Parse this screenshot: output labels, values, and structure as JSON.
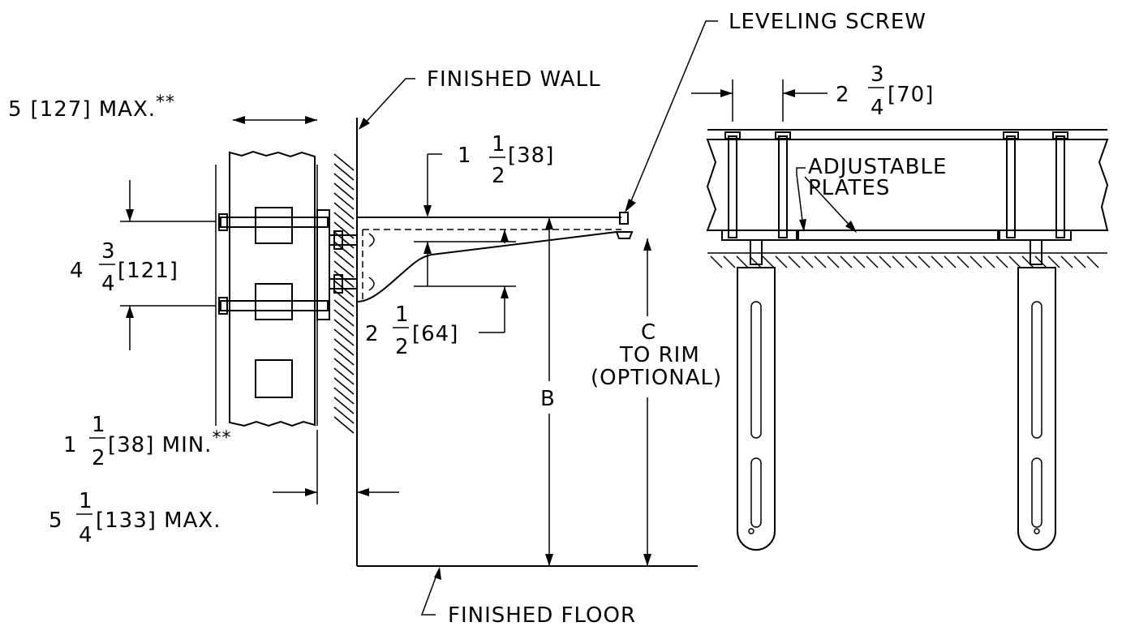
{
  "labels": {
    "leveling_screw": "LEVELING SCREW",
    "finished_wall": "FINISHED WALL",
    "finished_floor": "FINISHED FLOOR",
    "adjustable_line1": "ADJUSTABLE",
    "adjustable_line2": "PLATES",
    "b": "B",
    "c_line1": "C",
    "c_line2": "TO RIM",
    "c_line3": "(OPTIONAL)"
  },
  "dimensions": {
    "d1": {
      "whole": "5",
      "rest": "[127] MAX.",
      "suffix": "**"
    },
    "d2": {
      "whole": "4",
      "num": "3",
      "den": "4",
      "rest": "[121]"
    },
    "d3": {
      "whole": "1",
      "num": "1",
      "den": "2",
      "rest": "[38]"
    },
    "d4": {
      "whole": "2",
      "num": "1",
      "den": "2",
      "rest": "[64]"
    },
    "d5": {
      "whole": "2",
      "num": "3",
      "den": "4",
      "rest": "[70]"
    },
    "d6": {
      "whole": "1",
      "num": "1",
      "den": "2",
      "rest": "[38]  MIN.",
      "suffix": "**"
    },
    "d7": {
      "whole": "5",
      "num": "1",
      "den": "4",
      "rest": "[133]  MAX."
    }
  }
}
